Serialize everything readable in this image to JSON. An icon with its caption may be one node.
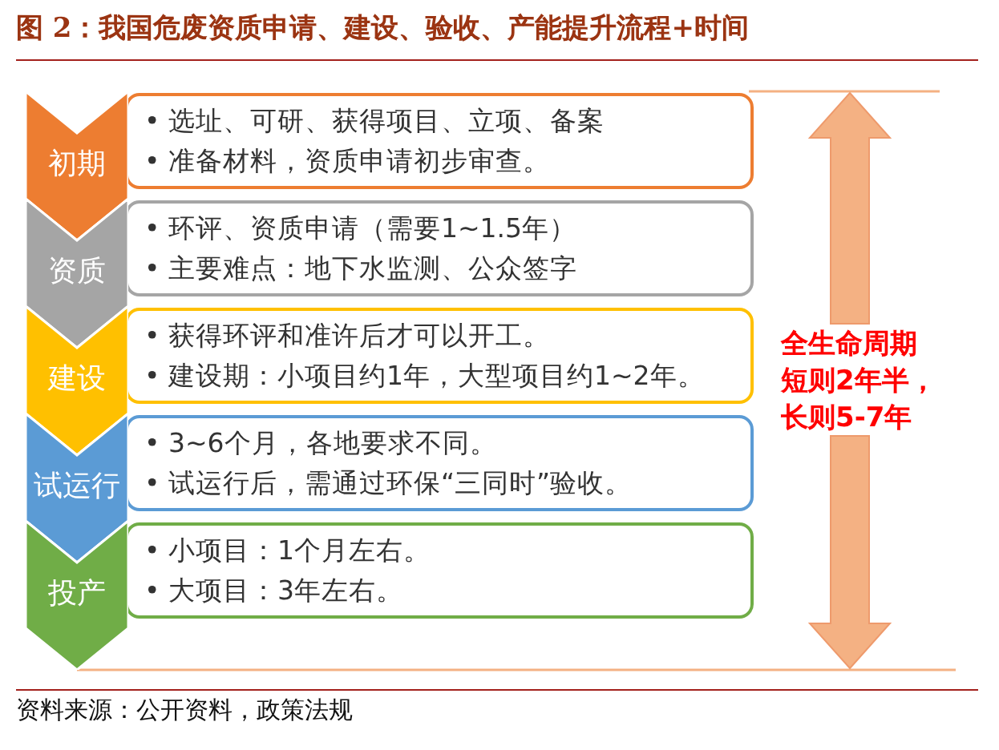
{
  "diagram": {
    "title": "图 2：我国危废资质申请、建设、验收、产能提升流程+时间",
    "caption": "资料来源：公开资料，政策法规",
    "nodes": [
      {
        "text": [
          "初期"
        ]
      },
      {
        "text": [
          "• 选址、可研、获得项目、立项、备案",
          "• 准备材料，资质申请初步审查。"
        ]
      },
      {
        "text": [
          "资质"
        ]
      },
      {
        "text": [
          "• 环评、资质申请（需要1~1.5年）",
          "• 主要难点：地下水监测、公众签字"
        ]
      },
      {
        "text": [
          "建设"
        ]
      },
      {
        "text": [
          "• 获得环评和准许后才可以开工。",
          "• 建设期：小项目约1年，大型项目约1~2年。"
        ]
      },
      {
        "text": [
          "试运行"
        ]
      },
      {
        "text": [
          "• 3~6个月，各地要求不同。",
          "• 试运行后，需通过环保“三同时”验收。"
        ]
      },
      {
        "text": [
          "投产"
        ]
      },
      {
        "text": [
          "• 小项目：1个月左右。",
          "• 大项目：3年左右。"
        ]
      }
    ],
    "labels": [
      "全生命周期",
      "短则2年半，长则5-7年"
    ]
  }
}
